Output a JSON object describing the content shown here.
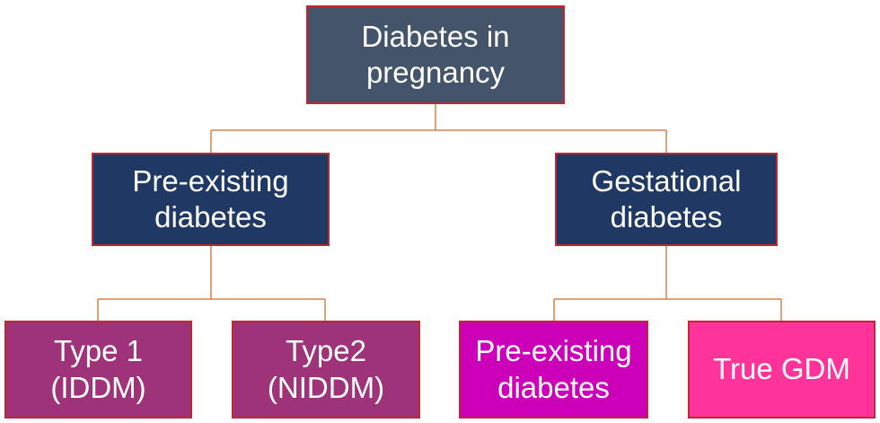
{
  "diagram": {
    "root": {
      "label": "Diabetes in\npregnancy"
    },
    "pre_existing": {
      "label": "Pre-existing\ndiabetes"
    },
    "gestational": {
      "label": "Gestational\ndiabetes"
    },
    "type1": {
      "label": "Type 1\n(IDDM)"
    },
    "type2": {
      "label": "Type2\n(NIDDM)"
    },
    "gest_pre_existing": {
      "label": "Pre-existing\ndiabetes"
    },
    "true_gdm": {
      "label": "True GDM"
    }
  },
  "colors": {
    "root_fill": "#44546a",
    "level2_fill": "#1f3864",
    "type_fill": "#9e3379",
    "gest_pre_existing_fill": "#cc00b8",
    "true_gdm_fill": "#ff3399",
    "border": "#c0282d",
    "connector": "#d9804a"
  }
}
